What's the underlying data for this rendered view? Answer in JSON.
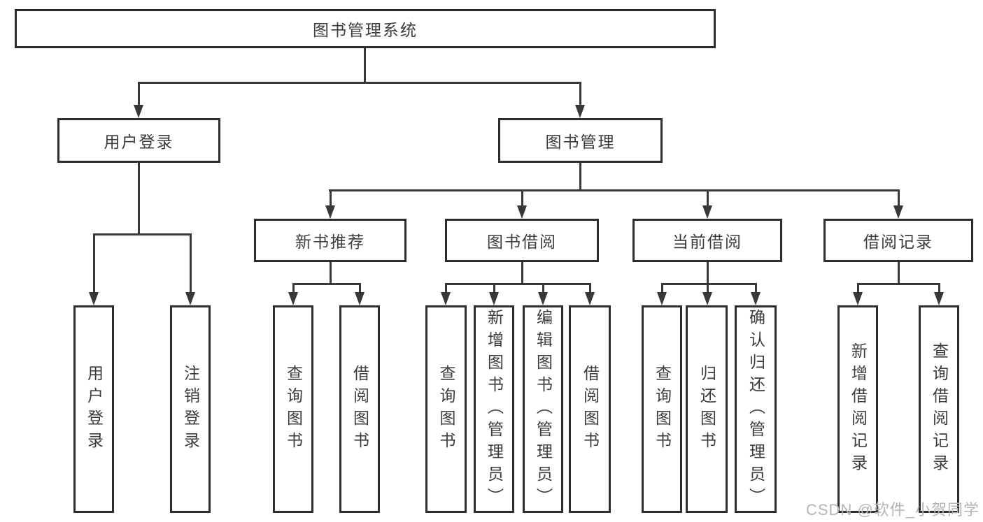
{
  "diagram": {
    "title": "图书管理系统",
    "nodes": {
      "root": {
        "label": "图书管理系统"
      },
      "user_login": {
        "label": "用户登录"
      },
      "book_mgmt": {
        "label": "图书管理"
      },
      "new_book_rec": {
        "label": "新书推荐"
      },
      "book_borrow": {
        "label": "图书借阅"
      },
      "current_borrow": {
        "label": "当前借阅"
      },
      "borrow_records": {
        "label": "借阅记录"
      },
      "leaf_user_login": {
        "label": "用户登录"
      },
      "leaf_logout": {
        "label": "注销登录"
      },
      "leaf_query_books_1": {
        "label": "查询图书"
      },
      "leaf_borrow_books_1": {
        "label": "借阅图书"
      },
      "leaf_query_books_2": {
        "label": "查询图书"
      },
      "leaf_add_books": {
        "label": "新增图书（管理员）"
      },
      "leaf_edit_books": {
        "label": "编辑图书（管理员）"
      },
      "leaf_borrow_books_2": {
        "label": "借阅图书"
      },
      "leaf_query_books_3": {
        "label": "查询图书"
      },
      "leaf_return_books": {
        "label": "归还图书"
      },
      "leaf_confirm_return": {
        "label": "确认归还（管理员）"
      },
      "leaf_add_record": {
        "label": "新增借阅记录"
      },
      "leaf_query_record": {
        "label": "查询借阅记录"
      }
    },
    "hierarchy": {
      "图书管理系统": {
        "用户登录": [
          "用户登录",
          "注销登录"
        ],
        "图书管理": {
          "新书推荐": [
            "查询图书",
            "借阅图书"
          ],
          "图书借阅": [
            "查询图书",
            "新增图书（管理员）",
            "编辑图书（管理员）",
            "借阅图书"
          ],
          "当前借阅": [
            "查询图书",
            "归还图书",
            "确认归还（管理员）"
          ],
          "借阅记录": [
            "新增借阅记录",
            "查询借阅记录"
          ]
        }
      }
    },
    "colors": {
      "box_border": "#2d2d2d",
      "connector": "#383838",
      "text": "#3c3c3c",
      "background": "#ffffff",
      "watermark": "#b4b4b4"
    }
  },
  "watermark": {
    "text": "CSDN @软件_小贺同学"
  }
}
